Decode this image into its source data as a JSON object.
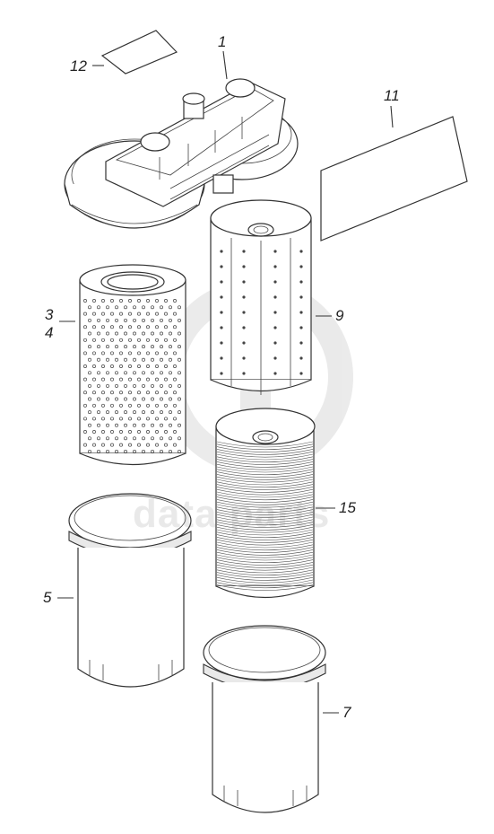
{
  "callouts": {
    "c1": "1",
    "c12": "12",
    "c11": "11",
    "c3": "3",
    "c4": "4",
    "c9": "9",
    "c15": "15",
    "c5": "5",
    "c7": "7"
  },
  "watermark": {
    "text": "data parts"
  },
  "colors": {
    "line": "#333333",
    "watermark": "#787878"
  }
}
